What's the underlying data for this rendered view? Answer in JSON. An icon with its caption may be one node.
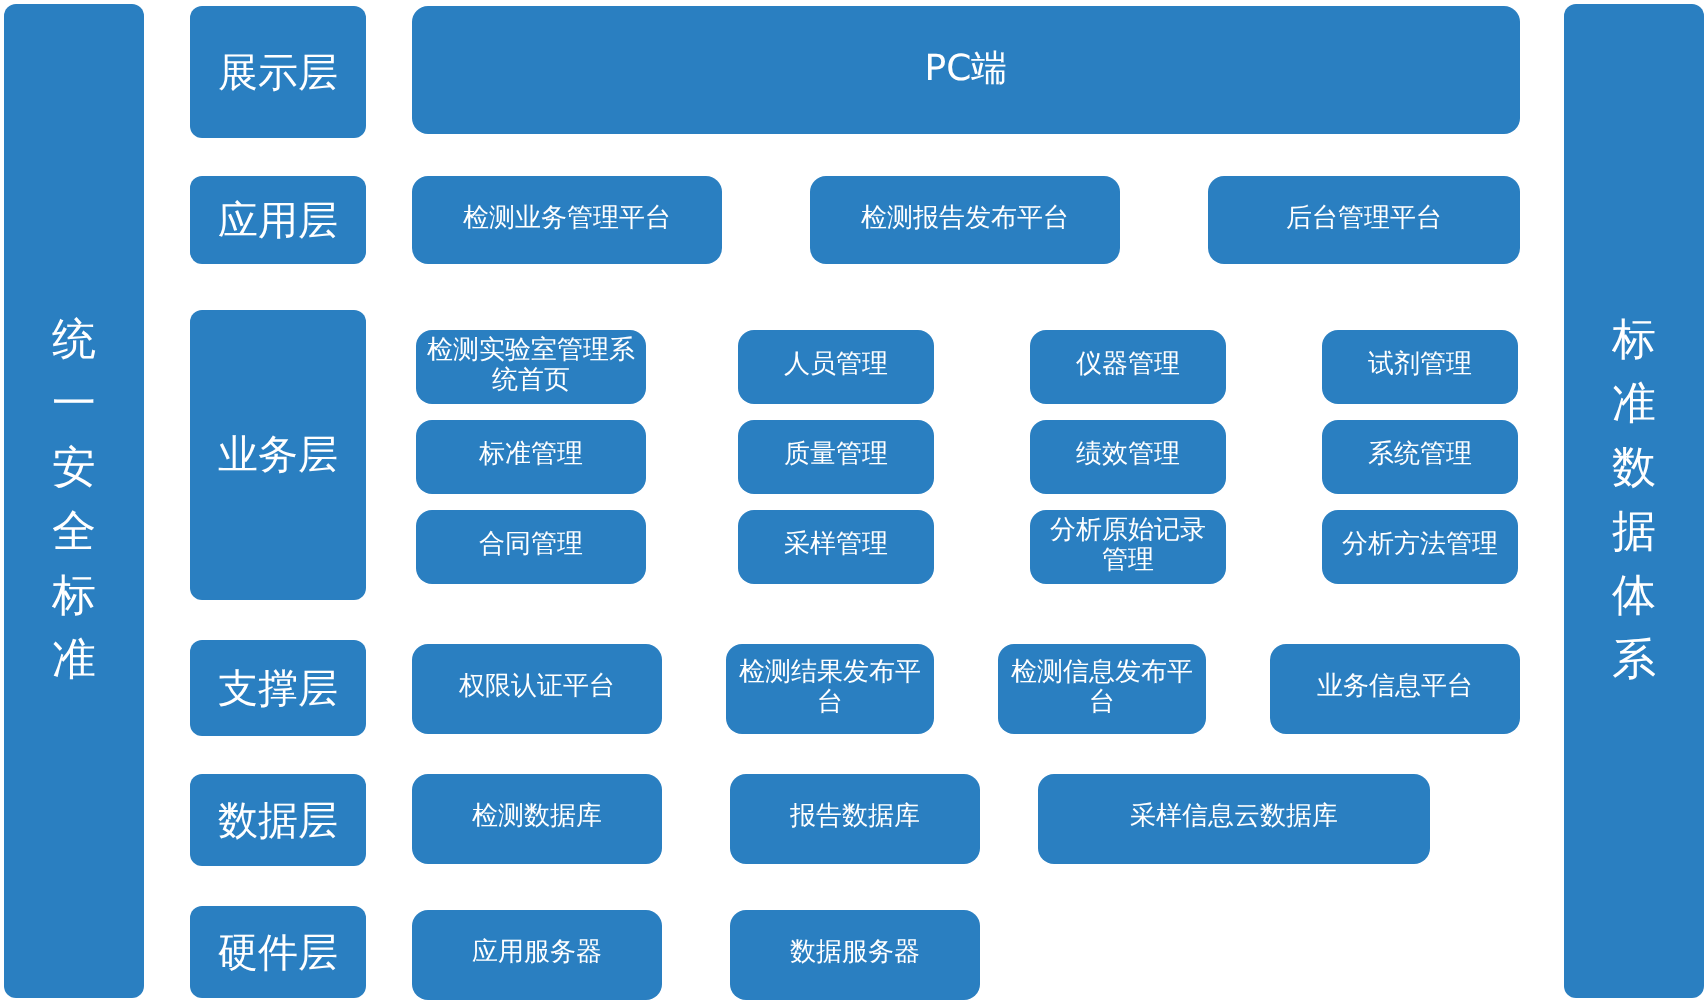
{
  "diagram": {
    "nodes": [
      {
        "text": [
          "统一安全标准"
        ]
      },
      {
        "text": [
          "标准数据体系"
        ]
      },
      {
        "text": [
          "展示层"
        ]
      },
      {
        "text": [
          "PC端"
        ]
      },
      {
        "text": [
          "应用层"
        ]
      },
      {
        "text": [
          "检测业务管理平台"
        ]
      },
      {
        "text": [
          "检测报告发布平台"
        ]
      },
      {
        "text": [
          "后台管理平台"
        ]
      },
      {
        "text": [
          "业务层"
        ]
      },
      {
        "text": [
          "检测实验室管理系统首页"
        ]
      },
      {
        "text": [
          "人员管理"
        ]
      },
      {
        "text": [
          "仪器管理"
        ]
      },
      {
        "text": [
          "试剂管理"
        ]
      },
      {
        "text": [
          "标准管理"
        ]
      },
      {
        "text": [
          "质量管理"
        ]
      },
      {
        "text": [
          "绩效管理"
        ]
      },
      {
        "text": [
          "系统管理"
        ]
      },
      {
        "text": [
          "合同管理"
        ]
      },
      {
        "text": [
          "采样管理"
        ]
      },
      {
        "text": [
          "分析原始记录管理"
        ]
      },
      {
        "text": [
          "分析方法管理"
        ]
      },
      {
        "text": [
          "支撑层"
        ]
      },
      {
        "text": [
          "权限认证平台"
        ]
      },
      {
        "text": [
          "检测结果发布平台"
        ]
      },
      {
        "text": [
          "检测信息发布平台"
        ]
      },
      {
        "text": [
          "业务信息平台"
        ]
      },
      {
        "text": [
          "数据层"
        ]
      },
      {
        "text": [
          "检测数据库"
        ]
      },
      {
        "text": [
          "报告数据库"
        ]
      },
      {
        "text": [
          "采样信息云数据库"
        ]
      },
      {
        "text": [
          "硬件层"
        ]
      },
      {
        "text": [
          "应用服务器"
        ]
      },
      {
        "text": [
          "数据服务器"
        ]
      }
    ]
  }
}
